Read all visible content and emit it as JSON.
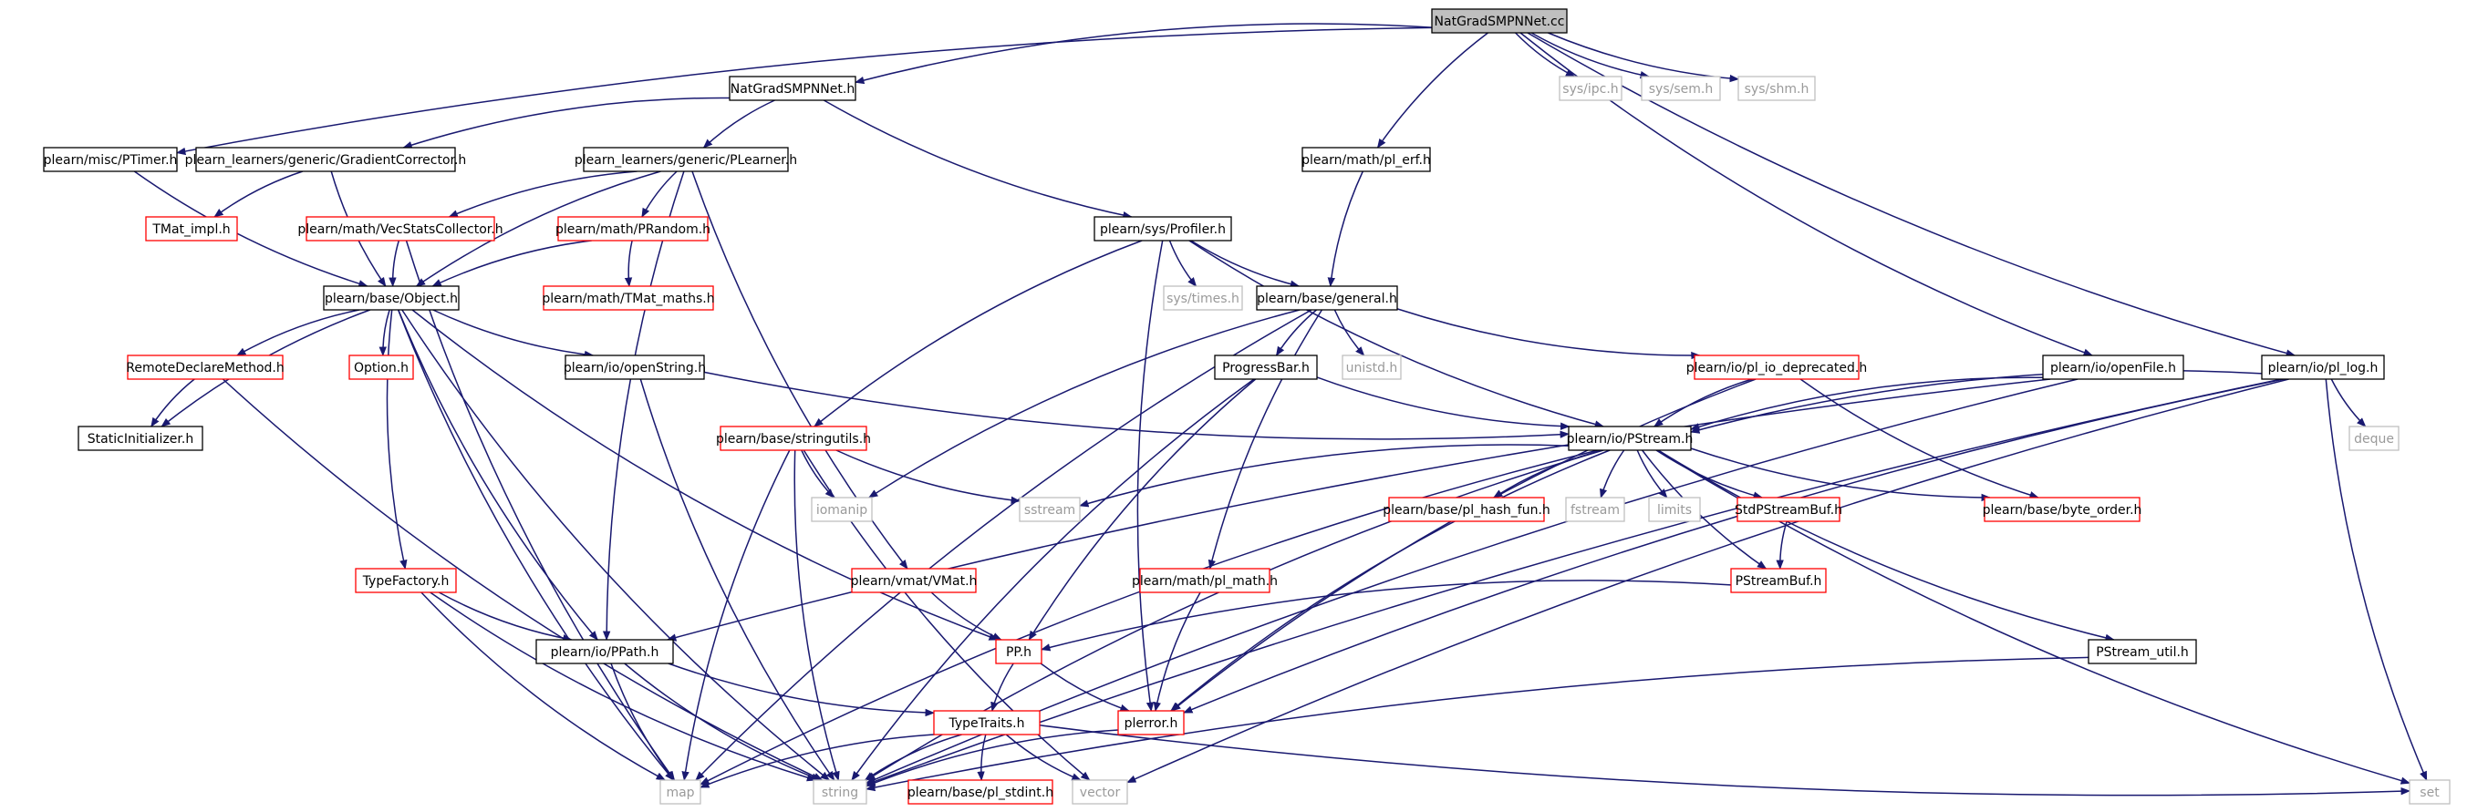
{
  "colors": {
    "edge": "#191970",
    "box_black": "#000000",
    "box_red": "#ff0000",
    "box_gray": "#bfbfbf",
    "box_root_fill": "#bfbfbf",
    "text": "#000000",
    "text_gray": "#9a9a9a"
  },
  "nodes": [
    {
      "id": "root",
      "label": "NatGradSMPNNet.cc",
      "style": "root"
    },
    {
      "id": "h_self",
      "label": "NatGradSMPNNet.h",
      "style": "black"
    },
    {
      "id": "ipc",
      "label": "sys/ipc.h",
      "style": "gray"
    },
    {
      "id": "sem",
      "label": "sys/sem.h",
      "style": "gray"
    },
    {
      "id": "shm",
      "label": "sys/shm.h",
      "style": "gray"
    },
    {
      "id": "ptimer",
      "label": "plearn/misc/PTimer.h",
      "style": "black"
    },
    {
      "id": "gradcorr",
      "label": "plearn_learners/generic/GradientCorrector.h",
      "style": "black"
    },
    {
      "id": "plearner",
      "label": "plearn_learners/generic/PLearner.h",
      "style": "black"
    },
    {
      "id": "plerf",
      "label": "plearn/math/pl_erf.h",
      "style": "black"
    },
    {
      "id": "tmatimpl",
      "label": "TMat_impl.h",
      "style": "red"
    },
    {
      "id": "vecstats",
      "label": "plearn/math/VecStatsCollector.h",
      "style": "red"
    },
    {
      "id": "prandom",
      "label": "plearn/math/PRandom.h",
      "style": "red"
    },
    {
      "id": "profiler",
      "label": "plearn/sys/Profiler.h",
      "style": "black"
    },
    {
      "id": "tmatmaths",
      "label": "plearn/math/TMat_maths.h",
      "style": "red"
    },
    {
      "id": "object",
      "label": "plearn/base/Object.h",
      "style": "black"
    },
    {
      "id": "systimes",
      "label": "sys/times.h",
      "style": "gray"
    },
    {
      "id": "general",
      "label": "plearn/base/general.h",
      "style": "black"
    },
    {
      "id": "remote",
      "label": "RemoteDeclareMethod.h",
      "style": "red"
    },
    {
      "id": "option",
      "label": "Option.h",
      "style": "red"
    },
    {
      "id": "openstr",
      "label": "plearn/io/openString.h",
      "style": "black"
    },
    {
      "id": "progress",
      "label": "ProgressBar.h",
      "style": "black"
    },
    {
      "id": "unistd",
      "label": "unistd.h",
      "style": "gray"
    },
    {
      "id": "iodep",
      "label": "plearn/io/pl_io_deprecated.h",
      "style": "red"
    },
    {
      "id": "openfile",
      "label": "plearn/io/openFile.h",
      "style": "black"
    },
    {
      "id": "pllog",
      "label": "plearn/io/pl_log.h",
      "style": "black"
    },
    {
      "id": "staticinit",
      "label": "StaticInitializer.h",
      "style": "black"
    },
    {
      "id": "stringutils",
      "label": "plearn/base/stringutils.h",
      "style": "red"
    },
    {
      "id": "pstream",
      "label": "plearn/io/PStream.h",
      "style": "black"
    },
    {
      "id": "deque",
      "label": "deque",
      "style": "gray"
    },
    {
      "id": "iomanip",
      "label": "iomanip",
      "style": "gray"
    },
    {
      "id": "sstream",
      "label": "sstream",
      "style": "gray"
    },
    {
      "id": "hashfun",
      "label": "plearn/base/pl_hash_fun.h",
      "style": "red"
    },
    {
      "id": "fstream",
      "label": "fstream",
      "style": "gray"
    },
    {
      "id": "limits",
      "label": "limits",
      "style": "gray"
    },
    {
      "id": "stdpsb",
      "label": "StdPStreamBuf.h",
      "style": "red"
    },
    {
      "id": "byteorder",
      "label": "plearn/base/byte_order.h",
      "style": "red"
    },
    {
      "id": "typefactory",
      "label": "TypeFactory.h",
      "style": "red"
    },
    {
      "id": "vmat",
      "label": "plearn/vmat/VMat.h",
      "style": "red"
    },
    {
      "id": "plmath",
      "label": "plearn/math/pl_math.h",
      "style": "red"
    },
    {
      "id": "psb",
      "label": "PStreamBuf.h",
      "style": "red"
    },
    {
      "id": "ppath",
      "label": "plearn/io/PPath.h",
      "style": "black"
    },
    {
      "id": "pp",
      "label": "PP.h",
      "style": "red"
    },
    {
      "id": "psutil",
      "label": "PStream_util.h",
      "style": "black"
    },
    {
      "id": "typetraits",
      "label": "TypeTraits.h",
      "style": "red"
    },
    {
      "id": "plerror",
      "label": "plerror.h",
      "style": "red"
    },
    {
      "id": "map",
      "label": "map",
      "style": "gray"
    },
    {
      "id": "string",
      "label": "string",
      "style": "gray"
    },
    {
      "id": "stdint",
      "label": "plearn/base/pl_stdint.h",
      "style": "red"
    },
    {
      "id": "vector",
      "label": "vector",
      "style": "gray"
    },
    {
      "id": "set",
      "label": "set",
      "style": "gray"
    }
  ],
  "edges": [
    [
      "root",
      "h_self"
    ],
    [
      "root",
      "ipc"
    ],
    [
      "root",
      "sem"
    ],
    [
      "root",
      "shm"
    ],
    [
      "root",
      "ptimer"
    ],
    [
      "root",
      "plerf"
    ],
    [
      "root",
      "openfile"
    ],
    [
      "root",
      "pllog"
    ],
    [
      "h_self",
      "gradcorr"
    ],
    [
      "h_self",
      "plearner"
    ],
    [
      "h_self",
      "profiler"
    ],
    [
      "ptimer",
      "object"
    ],
    [
      "gradcorr",
      "tmatimpl"
    ],
    [
      "gradcorr",
      "object"
    ],
    [
      "plearner",
      "vecstats"
    ],
    [
      "plearner",
      "prandom"
    ],
    [
      "plearner",
      "object"
    ],
    [
      "plearner",
      "ppath"
    ],
    [
      "plearner",
      "vmat"
    ],
    [
      "plerf",
      "general"
    ],
    [
      "vecstats",
      "object"
    ],
    [
      "vecstats",
      "map"
    ],
    [
      "prandom",
      "tmatmaths"
    ],
    [
      "prandom",
      "object"
    ],
    [
      "profiler",
      "systimes"
    ],
    [
      "profiler",
      "general"
    ],
    [
      "profiler",
      "stringutils"
    ],
    [
      "profiler",
      "plerror"
    ],
    [
      "profiler",
      "pstream"
    ],
    [
      "object",
      "staticinit"
    ],
    [
      "object",
      "remote"
    ],
    [
      "object",
      "option"
    ],
    [
      "object",
      "openstr"
    ],
    [
      "object",
      "typefactory"
    ],
    [
      "object",
      "ppath"
    ],
    [
      "object",
      "pp"
    ],
    [
      "object",
      "map"
    ],
    [
      "object",
      "string"
    ],
    [
      "general",
      "iomanip"
    ],
    [
      "general",
      "progress"
    ],
    [
      "general",
      "unistd"
    ],
    [
      "general",
      "iodep"
    ],
    [
      "general",
      "plmath"
    ],
    [
      "general",
      "map"
    ],
    [
      "remote",
      "staticinit"
    ],
    [
      "remote",
      "string"
    ],
    [
      "openstr",
      "pstream"
    ],
    [
      "openstr",
      "string"
    ],
    [
      "progress",
      "pstream"
    ],
    [
      "progress",
      "pp"
    ],
    [
      "progress",
      "string"
    ],
    [
      "iodep",
      "pstream"
    ],
    [
      "iodep",
      "byteorder"
    ],
    [
      "iodep",
      "plerror"
    ],
    [
      "openfile",
      "pstream"
    ],
    [
      "openfile",
      "ppath"
    ],
    [
      "openfile",
      "string"
    ],
    [
      "pllog",
      "pstream"
    ],
    [
      "pllog",
      "deque"
    ],
    [
      "pllog",
      "plerror"
    ],
    [
      "pllog",
      "string"
    ],
    [
      "pllog",
      "vector"
    ],
    [
      "pllog",
      "set"
    ],
    [
      "stringutils",
      "iomanip"
    ],
    [
      "stringutils",
      "sstream"
    ],
    [
      "stringutils",
      "map"
    ],
    [
      "stringutils",
      "string"
    ],
    [
      "stringutils",
      "vector"
    ],
    [
      "pstream",
      "sstream"
    ],
    [
      "pstream",
      "hashfun"
    ],
    [
      "pstream",
      "fstream"
    ],
    [
      "pstream",
      "limits"
    ],
    [
      "pstream",
      "stdpsb"
    ],
    [
      "pstream",
      "byteorder"
    ],
    [
      "pstream",
      "psb"
    ],
    [
      "pstream",
      "psutil"
    ],
    [
      "pstream",
      "plerror"
    ],
    [
      "pstream",
      "map"
    ],
    [
      "pstream",
      "string"
    ],
    [
      "pstream",
      "set"
    ],
    [
      "stdpsb",
      "psb"
    ],
    [
      "psb",
      "pp"
    ],
    [
      "typefactory",
      "ppath"
    ],
    [
      "typefactory",
      "map"
    ],
    [
      "typefactory",
      "string"
    ],
    [
      "vmat",
      "pp"
    ],
    [
      "plmath",
      "plerror"
    ],
    [
      "ppath",
      "typetraits"
    ],
    [
      "ppath",
      "map"
    ],
    [
      "ppath",
      "string"
    ],
    [
      "pp",
      "typetraits"
    ],
    [
      "pp",
      "plerror"
    ],
    [
      "psutil",
      "string"
    ],
    [
      "typetraits",
      "map"
    ],
    [
      "typetraits",
      "string"
    ],
    [
      "typetraits",
      "stdint"
    ],
    [
      "typetraits",
      "vector"
    ],
    [
      "typetraits",
      "set"
    ],
    [
      "plerror",
      "string"
    ]
  ]
}
